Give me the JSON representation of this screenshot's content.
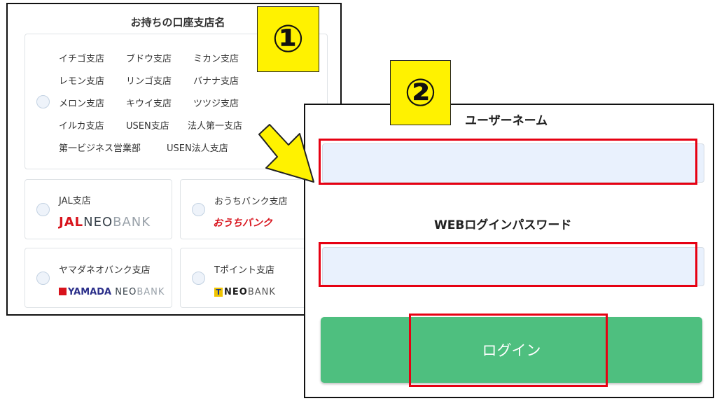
{
  "branch_section": {
    "title": "お持ちの口座支店名",
    "branch_rows": [
      [
        "イチゴ支店",
        "ブドウ支店",
        "ミカン支店"
      ],
      [
        "レモン支店",
        "リンゴ支店",
        "バナナ支店"
      ],
      [
        "メロン支店",
        "キウイ支店",
        "ツツジ支店"
      ],
      [
        "イルカ支店",
        "USEN支店",
        "法人第一支店"
      ],
      [
        "第一ビジネス営業部",
        "USEN法人支店"
      ]
    ],
    "neobank_cards": [
      {
        "label": "JAL支店",
        "logo_parts": [
          "JAL",
          "NEO",
          "BANK"
        ]
      },
      {
        "label": "おうちバンク支店",
        "logo_parts": [
          "おうちバンク"
        ]
      },
      {
        "label": "ヤマダネオバンク支店",
        "logo_parts": [
          "YAMADA",
          "NEO",
          "BANK"
        ]
      },
      {
        "label": "Tポイント支店",
        "logo_parts": [
          "T",
          "NEO",
          "BANK"
        ]
      }
    ]
  },
  "steps": {
    "step1": "①",
    "step2": "②"
  },
  "login_form": {
    "username_label": "ユーザーネーム",
    "username_value": "",
    "password_label": "WEBログインパスワード",
    "password_value": "",
    "login_button": "ログイン"
  },
  "colors": {
    "highlight": "#e60012",
    "badge": "#fff200",
    "arrow": "#fff200",
    "button": "#4ebf7f",
    "input_bg": "#e9f1fd"
  },
  "icons": {
    "arrow": "arrow-pointing-right-icon"
  }
}
